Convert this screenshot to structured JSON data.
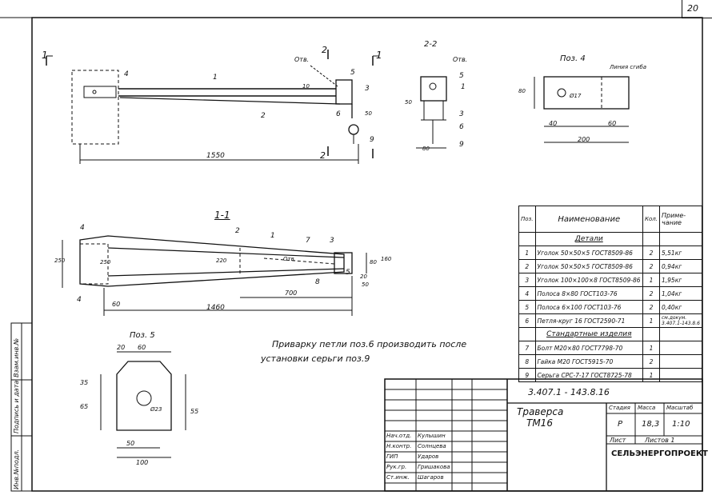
{
  "page_number": "20",
  "drawing": {
    "code": "3.407.1 - 143.8.16",
    "title": "Траверса",
    "subtitle": "ТМ16",
    "organization": "СЕЛЬЭНЕРГОПРОЕКТ",
    "stage_label": "Стадия",
    "mass_label": "Масса",
    "scale_label": "Масштаб",
    "stage": "Р",
    "mass": "18,3",
    "scale": "1:10",
    "sheet_label": "Лист",
    "sheets_label": "Листов 1",
    "signatures": [
      {
        "role": "Нач.отд.",
        "name": "Кулышин"
      },
      {
        "role": "Н.контр.",
        "name": "Солнцева"
      },
      {
        "role": "ГИП",
        "name": "Ударов"
      },
      {
        "role": "Рук.гр.",
        "name": "Гришакова"
      },
      {
        "role": "Ст.инж.",
        "name": "Шагаров"
      }
    ]
  },
  "side_stamp": [
    "Инв.№подл.",
    "Подпись и дата",
    "Взам.инв.№"
  ],
  "note": {
    "line1": "Приварку петли поз.6 производить после",
    "line2": "установки серьги поз.9"
  },
  "views": {
    "section_1": "1",
    "section_2": "2",
    "view_1_1": "1-1",
    "view_2_2": "2-2",
    "pos4": "Поз. 4",
    "pos5": "Поз. 5",
    "bend_line": "Линия сгиба",
    "hole": "Отв.",
    "hole_dia": "Ø17",
    "hole_dia5": "Ø23"
  },
  "dims": {
    "top_len": "1550",
    "top_h10": "10",
    "top_50": "50",
    "sec_50": "50",
    "sec_80": "80",
    "pos4_80": "80",
    "pos4_40": "40",
    "pos4_60": "60",
    "pos4_200": "200",
    "v1_250a": "250",
    "v1_250b": "250",
    "v1_220": "220",
    "v1_160": "160",
    "v1_80": "80",
    "v1_20": "20",
    "v1_50": "50",
    "v1_60": "60",
    "v1_700": "700",
    "v1_1460": "1460",
    "p5_20": "20",
    "p5_60": "60",
    "p5_35": "35",
    "p5_65": "65",
    "p5_55": "55",
    "p5_50": "50",
    "p5_100": "100"
  },
  "callouts": [
    "1",
    "2",
    "3",
    "4",
    "5",
    "6",
    "7",
    "8",
    "9"
  ],
  "spec": {
    "header": {
      "pos": "Поз.",
      "name": "Наименование",
      "qty": "Кол.",
      "note": "Приме- чание"
    },
    "section_details": "Детали",
    "section_standard": "Стандартные изделия",
    "rows": [
      {
        "pos": "1",
        "name": "Уголок 50×50×5 ГОСТ8509-86",
        "qty": "2",
        "note": "5,51кг"
      },
      {
        "pos": "2",
        "name": "Уголок 50×50×5 ГОСТ8509-86",
        "qty": "2",
        "note": "0,94кг"
      },
      {
        "pos": "3",
        "name": "Уголок 100×100×8 ГОСТ8509-86",
        "qty": "1",
        "note": "1,95кг"
      },
      {
        "pos": "4",
        "name": "Полоса 8×80 ГОСТ103-76",
        "qty": "2",
        "note": "1,04кг"
      },
      {
        "pos": "5",
        "name": "Полоса 6×100 ГОСТ103-76",
        "qty": "2",
        "note": "0,40кг"
      },
      {
        "pos": "6",
        "name": "Петля-круг 16 ГОСТ2590-71",
        "qty": "1",
        "note": "см.докум. 3.407.1-143.8.6"
      },
      {
        "pos": "7",
        "name": "Болт М20×80 ГОСТ7798-70",
        "qty": "1",
        "note": ""
      },
      {
        "pos": "8",
        "name": "Гайка М20 ГОСТ5915-70",
        "qty": "2",
        "note": ""
      },
      {
        "pos": "9",
        "name": "Серьга СРС-7-17 ГОСТ8725-78",
        "qty": "1",
        "note": ""
      }
    ]
  }
}
